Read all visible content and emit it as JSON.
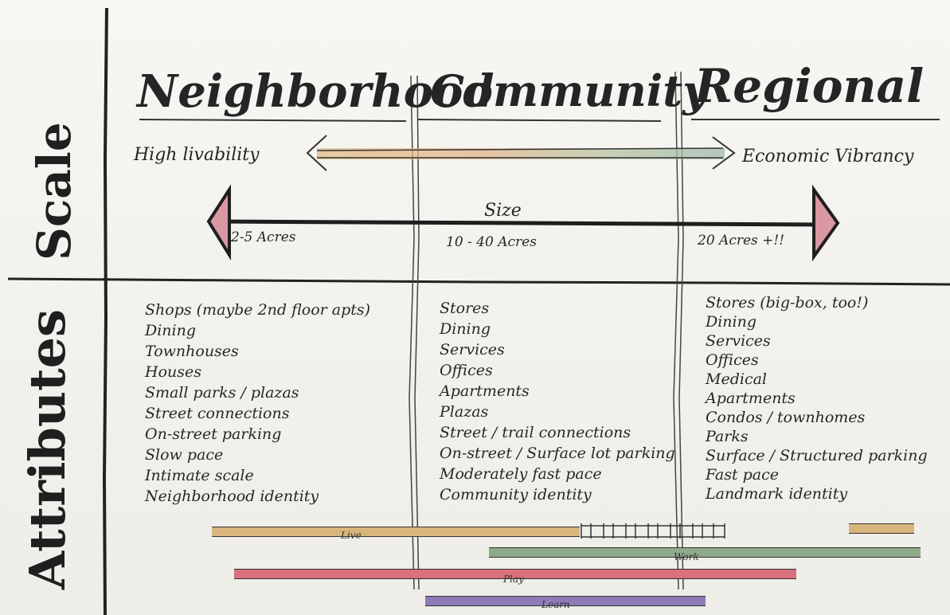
{
  "rows": {
    "scale": "Scale",
    "attributes": "Attributes"
  },
  "columns": {
    "neighborhood": "Neighborhood",
    "community": "Community",
    "regional": "Regional"
  },
  "spectrum": {
    "left_label": "High livability",
    "right_label": "Economic Vibrancy"
  },
  "size": {
    "label": "Size",
    "neighborhood": "2-5 Acres",
    "community": "10 - 40 Acres",
    "regional": "20 Acres +!!"
  },
  "attributes": {
    "neighborhood": [
      "Shops (maybe 2nd floor apts)",
      "Dining",
      "Townhouses",
      "Houses",
      "Small parks / plazas",
      "Street connections",
      "On-street parking",
      "Slow pace",
      "Intimate scale",
      "Neighborhood identity"
    ],
    "community": [
      "Stores",
      "Dining",
      "Services",
      "Offices",
      "Apartments",
      "Plazas",
      "Street / trail connections",
      "On-street / Surface lot parking",
      "Moderately fast pace",
      "Community identity"
    ],
    "regional": [
      "Stores (big-box, too!)",
      "Dining",
      "Services",
      "Offices",
      "Medical",
      "Apartments",
      "Condos / townhomes",
      "Parks",
      "Surface / Structured parking",
      "Fast pace",
      "Landmark identity"
    ]
  },
  "bands": {
    "live": "Live",
    "work": "Work",
    "play": "Play",
    "learn": "Learn"
  },
  "colors": {
    "live": "#d9b57e",
    "work": "#8eaa8a",
    "play": "#d9707c",
    "learn": "#8f7bb5",
    "ink": "#262626",
    "arrow_fill": "#d998a3"
  }
}
